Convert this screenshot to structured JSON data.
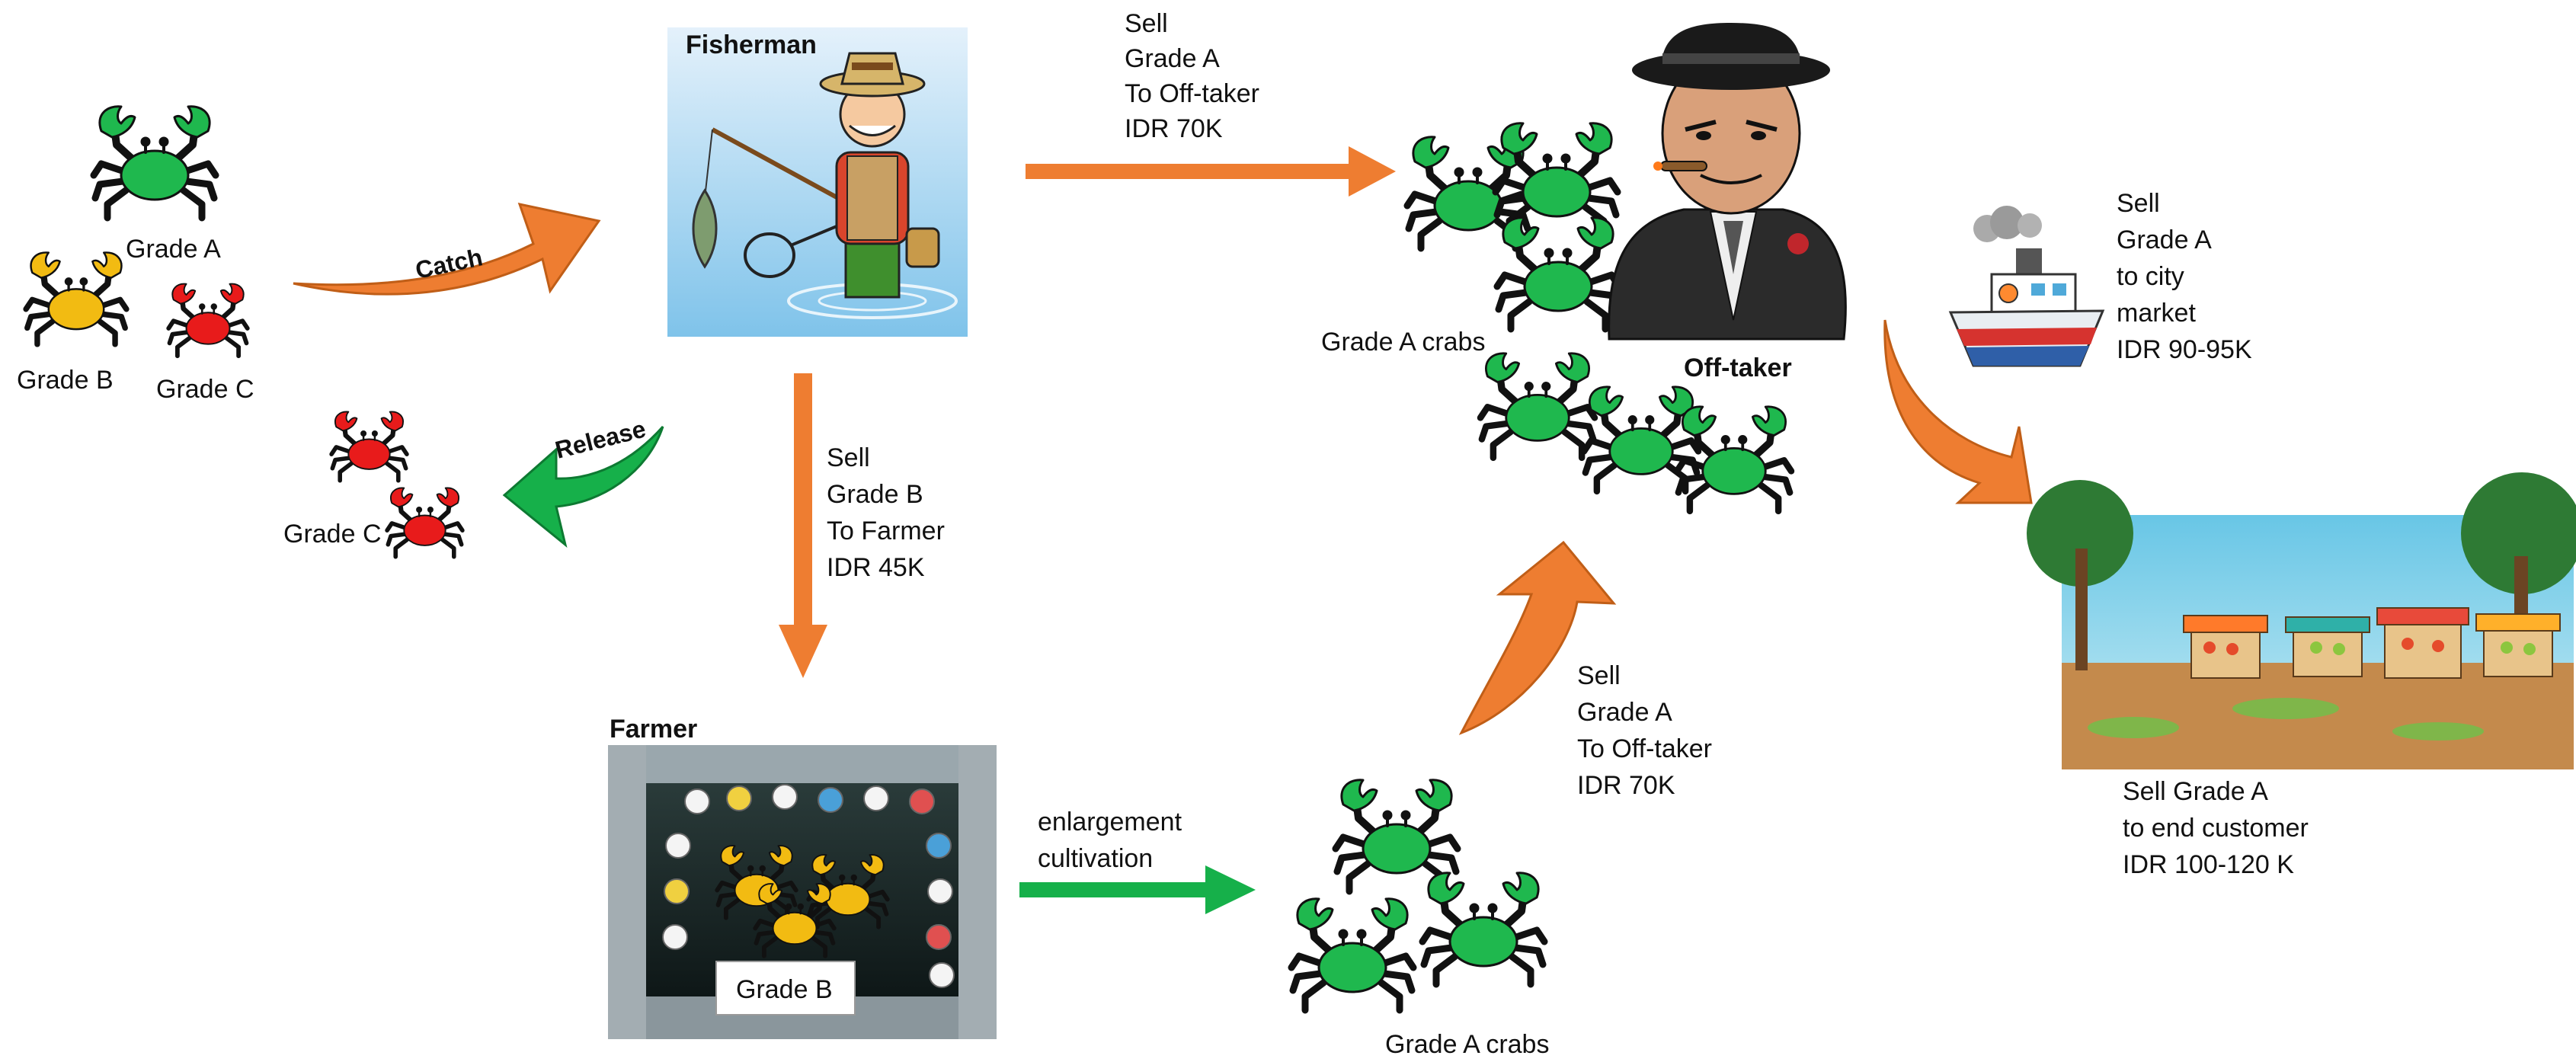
{
  "colors": {
    "grade_a": "#1fb84e",
    "grade_b": "#f2bb12",
    "grade_c": "#e81b1b",
    "orange_arrow": "#ee7d31",
    "green_arrow": "#16b04a",
    "crab_outline": "#111111"
  },
  "crab_grades": {
    "grade_a": "Grade A",
    "grade_b": "Grade B",
    "grade_c": "Grade C"
  },
  "actors": {
    "fisherman": "Fisherman",
    "farmer": "Farmer",
    "offtaker": "Off-taker"
  },
  "actions": {
    "catch": "Catch",
    "release": "Release",
    "release_grade": "Grade C",
    "farmer_pond_label": "Grade B",
    "enlargement": [
      "enlargement",
      "cultivation"
    ]
  },
  "sales": {
    "fisherman_to_offtaker": [
      "Sell",
      "Grade A",
      "To Off-taker",
      "IDR 70K"
    ],
    "fisherman_to_farmer": [
      "Sell",
      "Grade B",
      "To Farmer",
      "IDR 45K"
    ],
    "farmer_to_offtaker": [
      "Sell",
      "Grade A",
      "To Off-taker",
      "IDR 70K"
    ],
    "offtaker_to_city": [
      "Sell",
      "Grade A",
      "to city",
      "market",
      "IDR 90-95K"
    ],
    "market_to_customer": [
      "Sell Grade A",
      "to end customer",
      "IDR 100-120 K"
    ]
  },
  "crab_groups": {
    "offtaker_top": "Grade A crabs",
    "farmer_output": "Grade A crabs"
  },
  "icons": [
    "crab-icon",
    "fisherman-illustration",
    "farm-pond-photo",
    "offtaker-mobster-illustration",
    "boat-icon",
    "market-illustration"
  ]
}
